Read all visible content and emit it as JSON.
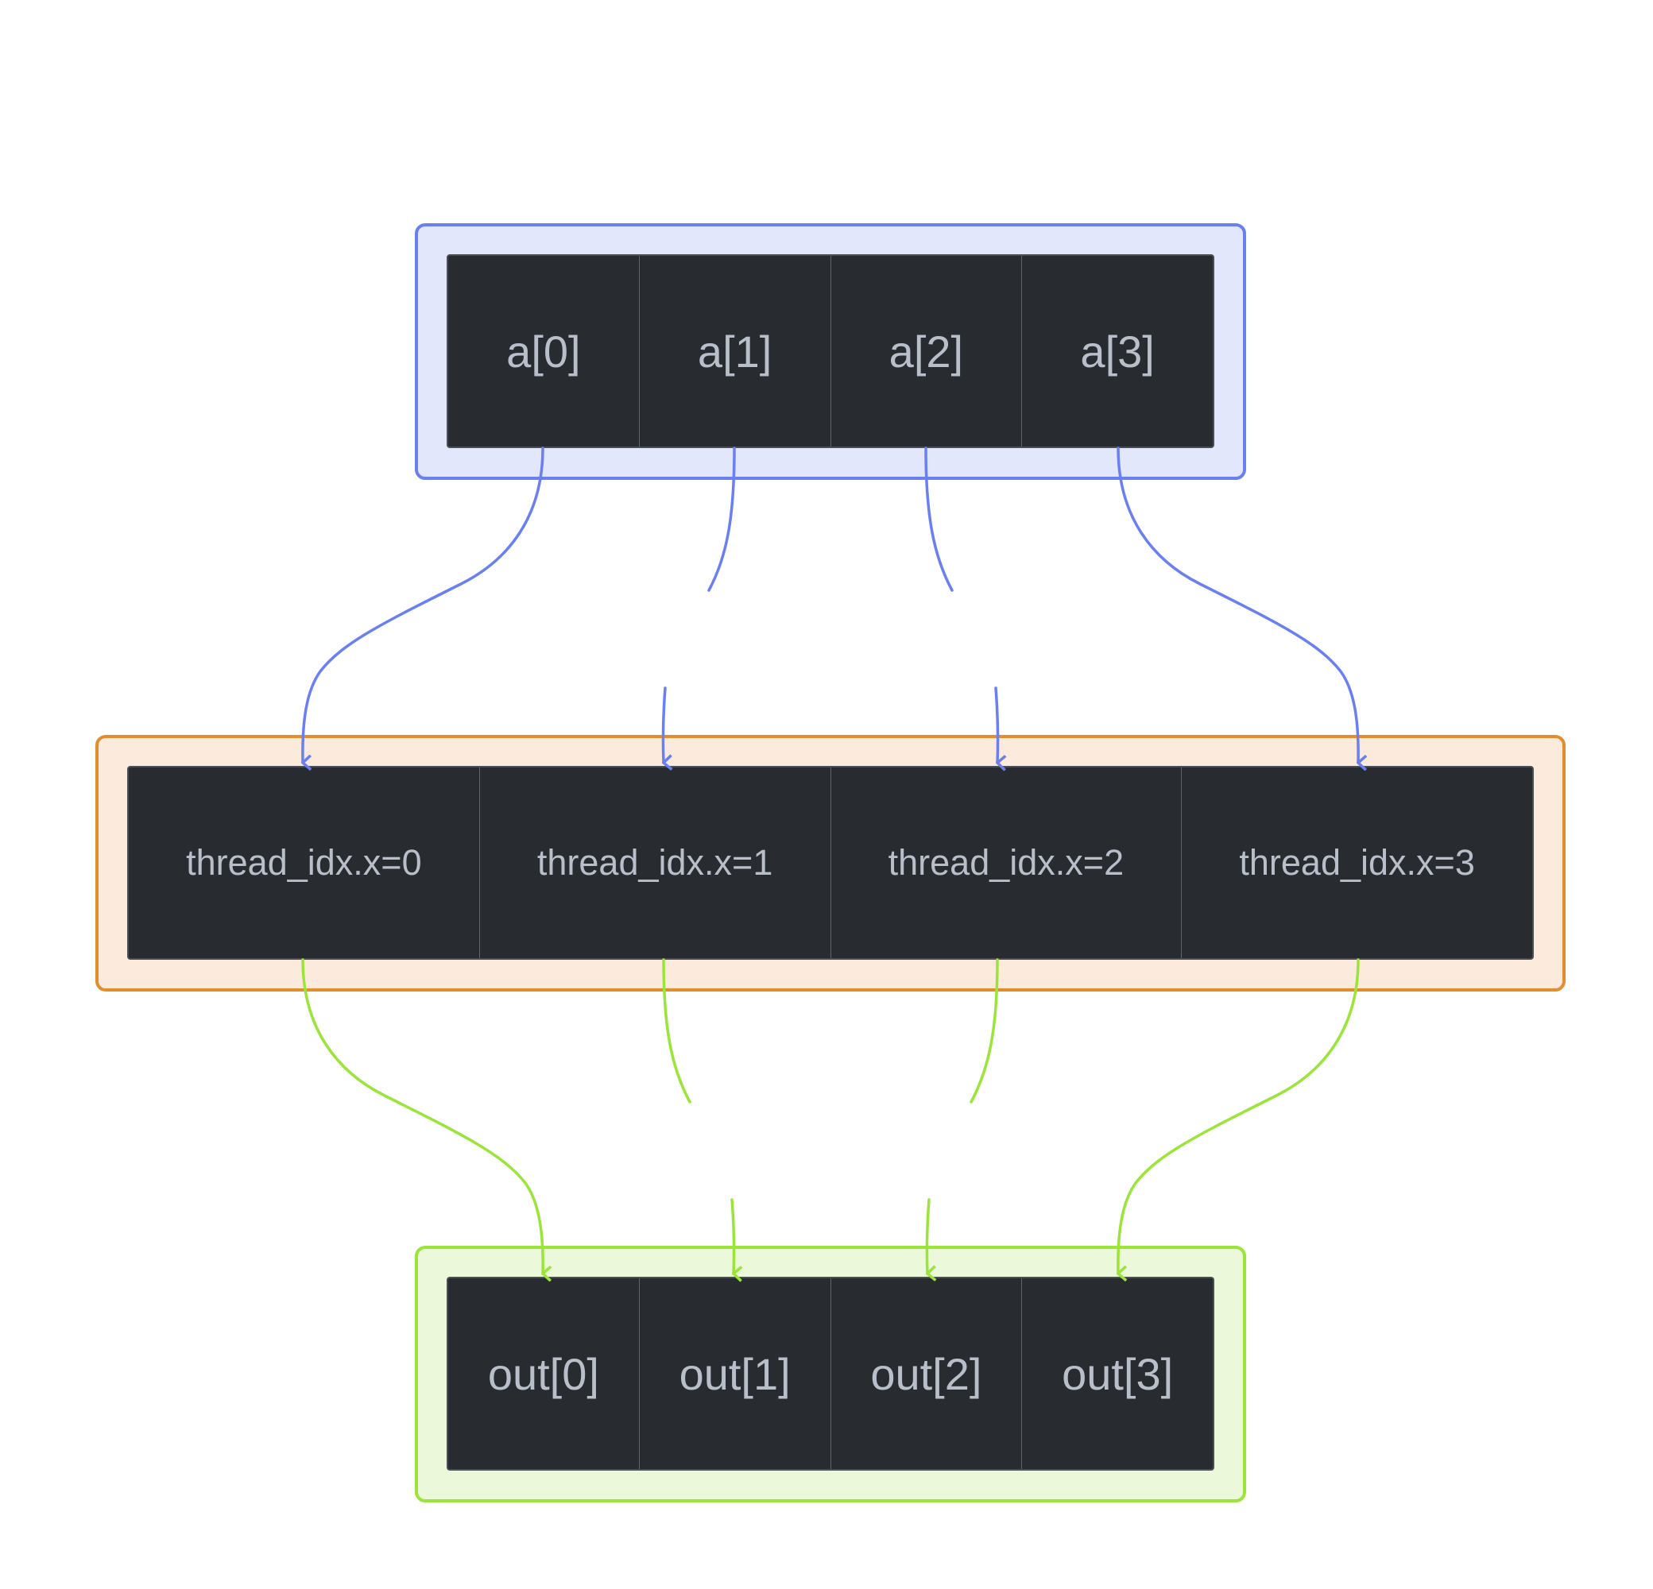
{
  "colors": {
    "input": "#6a7ff2",
    "input_fill": "#e3e7fc",
    "threads": "#e38e2c",
    "threads_fill": "#fcebdc",
    "output": "#9be43a",
    "output_fill": "#ebf9da",
    "cell_fill": "#282c31",
    "cell_text": "#b9bfca"
  },
  "input_array": {
    "cells": [
      "a[0]",
      "a[1]",
      "a[2]",
      "a[3]"
    ]
  },
  "threads": {
    "cells": [
      "thread_idx.x=0",
      "thread_idx.x=1",
      "thread_idx.x=2",
      "thread_idx.x=3"
    ]
  },
  "output_array": {
    "cells": [
      "out[0]",
      "out[1]",
      "out[2]",
      "out[3]"
    ]
  }
}
